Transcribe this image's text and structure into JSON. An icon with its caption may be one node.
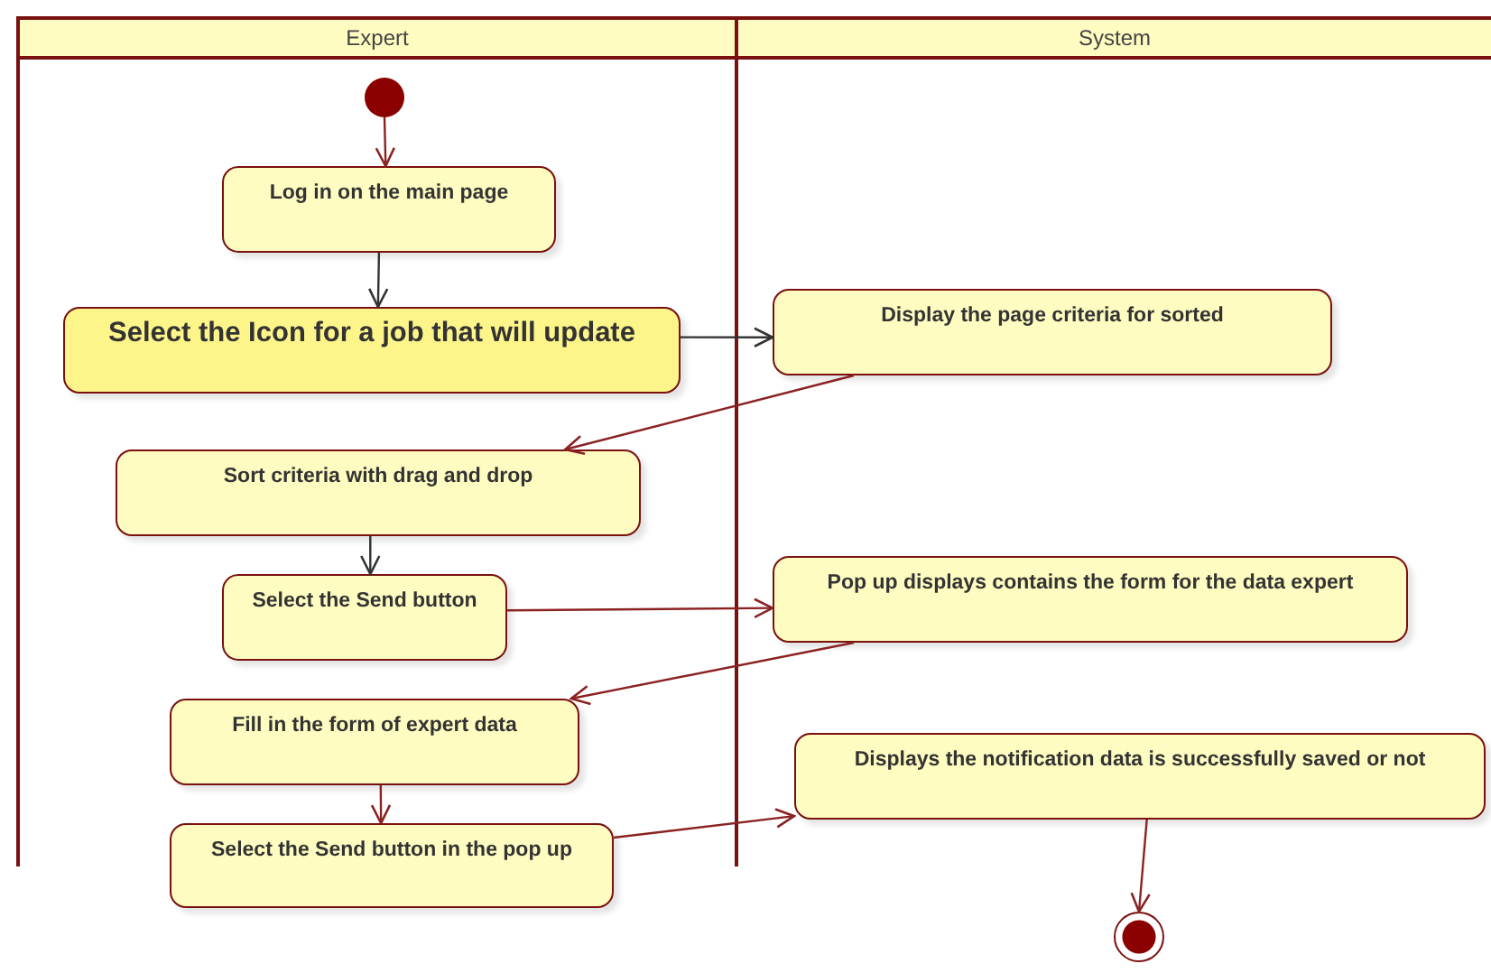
{
  "diagram": {
    "nodes": [
      {
        "text": [
          "Expert"
        ]
      },
      {
        "text": [
          "System"
        ]
      },
      {
        "text": [],
        "shape": "circle",
        "in": 0
      },
      {
        "text": [
          "Log in on the main page"
        ],
        "in": 0
      },
      {
        "text": [
          "Select the Icon for a job that will update"
        ],
        "in": 0
      },
      {
        "text": [
          "Display the page criteria for sorted"
        ],
        "in": 1
      },
      {
        "text": [
          "Sort criteria with drag and drop"
        ],
        "in": 0
      },
      {
        "text": [
          "Select the Send button"
        ],
        "in": 0
      },
      {
        "text": [
          "Pop up displays contains the form for the data expert"
        ],
        "in": 1
      },
      {
        "text": [
          "Fill in the form of expert data"
        ],
        "in": 0
      },
      {
        "text": [
          "Select the Send button in the pop up"
        ]
      },
      {
        "text": [
          "Displays the notification data is successfully saved or not"
        ],
        "in": 1
      },
      {
        "text": [],
        "shape": "circle"
      }
    ],
    "edges": [
      {
        "from": 2,
        "to": 3,
        "arrow": "to"
      },
      {
        "from": 3,
        "to": 4,
        "arrow": "to",
        "color": "#333333"
      },
      {
        "from": 4,
        "to": 5,
        "arrow": "to",
        "color": "#333333"
      },
      {
        "from": 5,
        "to": 6,
        "arrow": "to"
      },
      {
        "from": 6,
        "to": 7,
        "arrow": "to",
        "color": "#333333"
      },
      {
        "from": 7,
        "to": 8,
        "arrow": "to"
      },
      {
        "from": 8,
        "to": 9,
        "arrow": "to"
      },
      {
        "from": 9,
        "to": 10,
        "arrow": "to"
      },
      {
        "from": 10,
        "to": 11,
        "arrow": "to"
      },
      {
        "from": 11,
        "to": 12,
        "arrow": "to"
      }
    ]
  }
}
